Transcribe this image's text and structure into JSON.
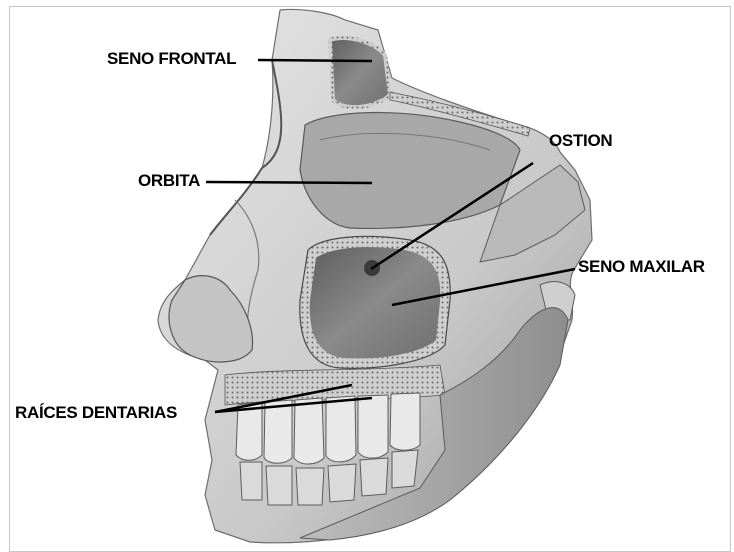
{
  "labels": {
    "seno_frontal": "SENO FRONTAL",
    "orbita": "ORBITA",
    "ostion": "OSTION",
    "seno_maxilar": "SENO MAXILAR",
    "raices_dentarias": "RAÍCES DENTARIAS"
  },
  "colors": {
    "leader_line": "#000000",
    "label_text": "#000000",
    "bone_light": "#d9d9d9",
    "bone_mid": "#a9a9a9",
    "cavity_dark": "#6a6a6a"
  }
}
